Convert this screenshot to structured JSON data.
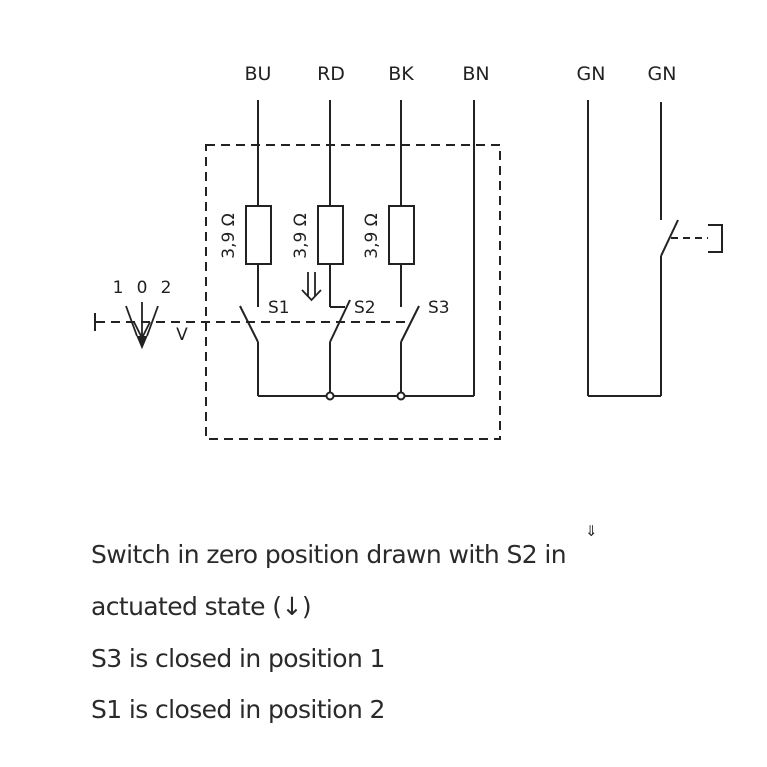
{
  "diagram": {
    "wires_top": [
      "BU",
      "RD",
      "BK",
      "BN"
    ],
    "wires_right": [
      "GN",
      "GN"
    ],
    "resistors": [
      {
        "label": "3,9 Ω",
        "value": "3,9",
        "unit": "Ω"
      },
      {
        "label": "3,9 Ω",
        "value": "3,9",
        "unit": "Ω"
      },
      {
        "label": "3,9 Ω",
        "value": "3,9",
        "unit": "Ω"
      }
    ],
    "switches": [
      "S1",
      "S2",
      "S3"
    ],
    "selector_positions": [
      "1",
      "0",
      "2"
    ],
    "selector_label": "V",
    "actuation_arrow": "⇓"
  },
  "caption": {
    "line1": "Switch in zero position drawn with S2 in",
    "line1_mark": "⇓",
    "line2_prefix": "actuated state (",
    "line2_arrow": "↓",
    "line2_suffix": ")",
    "line3": "S3 is closed in position 1",
    "line4": "S1 is closed in position 2"
  }
}
